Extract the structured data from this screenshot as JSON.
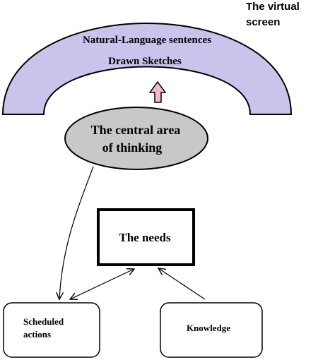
{
  "title": {
    "line1": "The virtual",
    "line2": "screen"
  },
  "arc": {
    "line1": "Natural-Language sentences",
    "line2": "Drawn Sketches",
    "fill": "#c8c4ec"
  },
  "central": {
    "line1": "The central area",
    "line2": "of thinking",
    "fill": "#c8c8c8"
  },
  "needs": {
    "label": "The needs"
  },
  "scheduled": {
    "line1": "Scheduled",
    "line2": "actions"
  },
  "knowledge": {
    "label": "Knowledge"
  },
  "up_arrow": {
    "fill": "#f7b8c8"
  }
}
